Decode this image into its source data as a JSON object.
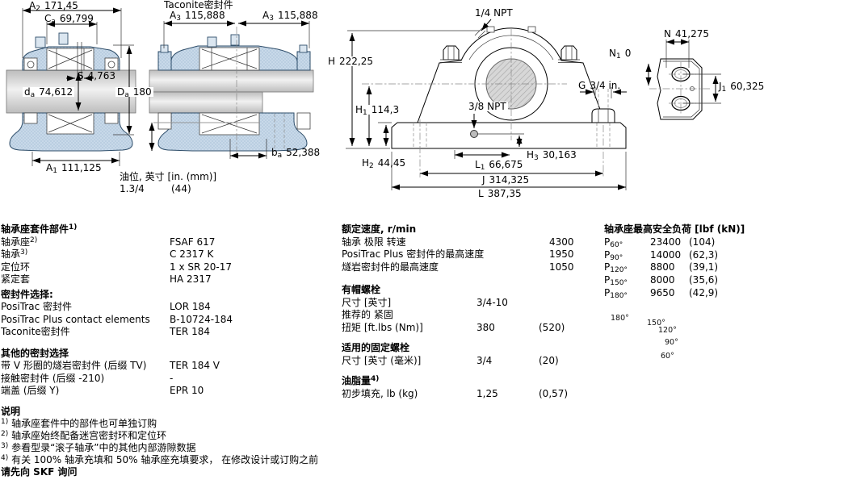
{
  "dims": {
    "a2": {
      "sym": "A",
      "sub": "2",
      "val": "171,45"
    },
    "ca": {
      "sym": "C",
      "sub": "a",
      "val": "69,799"
    },
    "s": {
      "sym": "S",
      "sub": "",
      "val": "4,763"
    },
    "da": {
      "sym": "d",
      "sub": "a",
      "val": "74,612"
    },
    "Da": {
      "sym": "D",
      "sub": "a",
      "val": "180"
    },
    "a1": {
      "sym": "A",
      "sub": "1",
      "val": "111,125"
    },
    "a3l": {
      "sym": "A",
      "sub": "3",
      "val": "115,888"
    },
    "a3r": {
      "sym": "A",
      "sub": "3",
      "val": "115,888"
    },
    "ba": {
      "sym": "b",
      "sub": "a",
      "val": "52,388"
    },
    "h": {
      "sym": "H",
      "sub": "",
      "val": "222,25"
    },
    "h1": {
      "sym": "H",
      "sub": "1",
      "val": "114,3"
    },
    "h2": {
      "sym": "H",
      "sub": "2",
      "val": "44,45"
    },
    "h3": {
      "sym": "H",
      "sub": "3",
      "val": "30,163"
    },
    "l1": {
      "sym": "L",
      "sub": "1",
      "val": "66,675"
    },
    "j": {
      "sym": "J",
      "sub": "",
      "val": "314,325"
    },
    "l": {
      "sym": "L",
      "sub": "",
      "val": "387,35"
    },
    "g": {
      "sym": "G",
      "sub": "",
      "val": "3/4 in."
    },
    "n": {
      "sym": "N",
      "sub": "",
      "val": "41,275"
    },
    "n1": {
      "sym": "N",
      "sub": "1",
      "val": "0"
    },
    "j1": {
      "sym": "J",
      "sub": "1",
      "val": "60,325"
    }
  },
  "drawing_labels": {
    "taconite": "Taconite密封件",
    "npt14": "1/4 NPT",
    "npt38": "3/8 NPT",
    "oil_title": "油位, 英寸 [in. (mm)]",
    "oil_in": "1.3/4",
    "oil_mm": "(44)"
  },
  "parts": {
    "title": "轴承座套件部件",
    "title_sup": "1)",
    "rows": [
      {
        "label": "轴承座",
        "sup": "2)",
        "value": "FSAF 617"
      },
      {
        "label": "轴承",
        "sup": "3)",
        "value": "C 2317 K"
      },
      {
        "label": "定位环",
        "sup": "",
        "value": "1 x SR 20-17"
      },
      {
        "label": "紧定套",
        "sup": "",
        "value": "HA 2317"
      }
    ],
    "seal_title": "密封件选择:",
    "seal_rows": [
      {
        "label": "PosiTrac 密封件",
        "value": "LOR 184"
      },
      {
        "label": "PosiTrac Plus contact elements",
        "value": "B-10724-184"
      },
      {
        "label": "Taconite密封件",
        "value": "TER 184"
      }
    ],
    "other_title": "其他的密封选择",
    "other_rows": [
      {
        "label": "带 V 形圈的燧岩密封件 (后缀 TV)",
        "value": "TER 184 V"
      },
      {
        "label": "接触密封件 (后缀 -210)",
        "value": "-"
      },
      {
        "label": "端盖 (后缀 Y)",
        "value": "EPR 10"
      }
    ]
  },
  "speeds": {
    "title": "额定速度, r/min",
    "rows": [
      {
        "label": "轴承 极限 转速",
        "value": "4300"
      },
      {
        "label": "PosiTrac Plus 密封件的最高速度",
        "value": "1950"
      },
      {
        "label": "燧岩密封件的最高速度",
        "value": "1050"
      }
    ]
  },
  "cap_bolts": {
    "title": "有帽螺栓",
    "size_label": "尺寸 [英寸]",
    "size_value": "3/4-10",
    "rec_label": "推荐的 紧固",
    "torque_label": "扭矩 [ft.lbs (Nm)]",
    "torque_value": "380",
    "torque_alt": "(520)"
  },
  "fix_bolts": {
    "title": "适用的固定螺栓",
    "size_label": "尺寸 [英寸 (毫米)]",
    "size_value": "3/4",
    "size_alt": "(20)"
  },
  "grease": {
    "title": "油脂量",
    "title_sup": "4)",
    "row_label": "初步填充, lb (kg)",
    "row_value": "1,25",
    "row_alt": "(0,57)"
  },
  "loads": {
    "title": "轴承座最高安全负荷 [lbf (kN)]",
    "sym": "P",
    "rows": [
      {
        "angle": "60°",
        "value": "23400",
        "alt": "(104)"
      },
      {
        "angle": "90°",
        "value": "14000",
        "alt": "(62,3)"
      },
      {
        "angle": "120°",
        "value": "8800",
        "alt": "(39,1)"
      },
      {
        "angle": "150°",
        "value": "8000",
        "alt": "(35,6)"
      },
      {
        "angle": "180°",
        "value": "9650",
        "alt": "(42,9)"
      }
    ],
    "icon_labels": [
      "180°",
      "150°",
      "120°",
      "90°",
      "60°"
    ]
  },
  "footnotes": {
    "title": "说明",
    "items": [
      {
        "sup": "1)",
        "text": "轴承座套件中的部件也可单独订购"
      },
      {
        "sup": "2)",
        "text": "轴承座始终配备迷宫密封环和定位环"
      },
      {
        "sup": "3)",
        "text": "参看型录“滚子轴承”中的其他内部游隙数据"
      },
      {
        "sup": "4)",
        "text": "有关 100% 轴承充填和 50% 轴承座充填要求， 在修改设计或订购之前"
      }
    ],
    "closing": "请先向 SKF 询问"
  }
}
